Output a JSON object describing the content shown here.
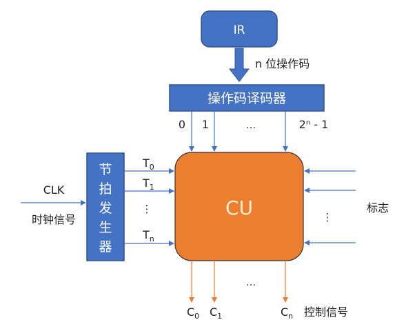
{
  "colors": {
    "blue_box": "#4472C4",
    "blue_stroke": "#2F528F",
    "orange_box": "#ED7D31",
    "orange_line": "#ED7D31",
    "box_text": "#ffffff",
    "cu_text": "#FFF2CC",
    "label_text": "#222222"
  },
  "ir": {
    "label": "IR"
  },
  "opcode_arrow": {
    "label": "n 位操作码"
  },
  "decoder": {
    "label": "操作码译码器",
    "outputs": [
      "0",
      "1",
      "…",
      "2ⁿ - 1"
    ]
  },
  "beat_generator": {
    "label_chars": [
      "节",
      "拍",
      "发",
      "生",
      "器"
    ],
    "outputs": [
      {
        "base": "T",
        "sub": "0"
      },
      {
        "base": "T",
        "sub": "1"
      },
      {
        "base": "⋮",
        "sub": ""
      },
      {
        "base": "T",
        "sub": "n"
      }
    ]
  },
  "clock": {
    "label": "CLK",
    "sublabel": "时钟信号"
  },
  "cu": {
    "label": "CU"
  },
  "flags": {
    "label": "标志",
    "ellipsis": "⋮"
  },
  "control_signals": {
    "label": "控制信号",
    "ellipsis": "…",
    "outputs": [
      {
        "base": "C",
        "sub": "0"
      },
      {
        "base": "C",
        "sub": "1"
      },
      {
        "base": "C",
        "sub": "n"
      }
    ]
  }
}
